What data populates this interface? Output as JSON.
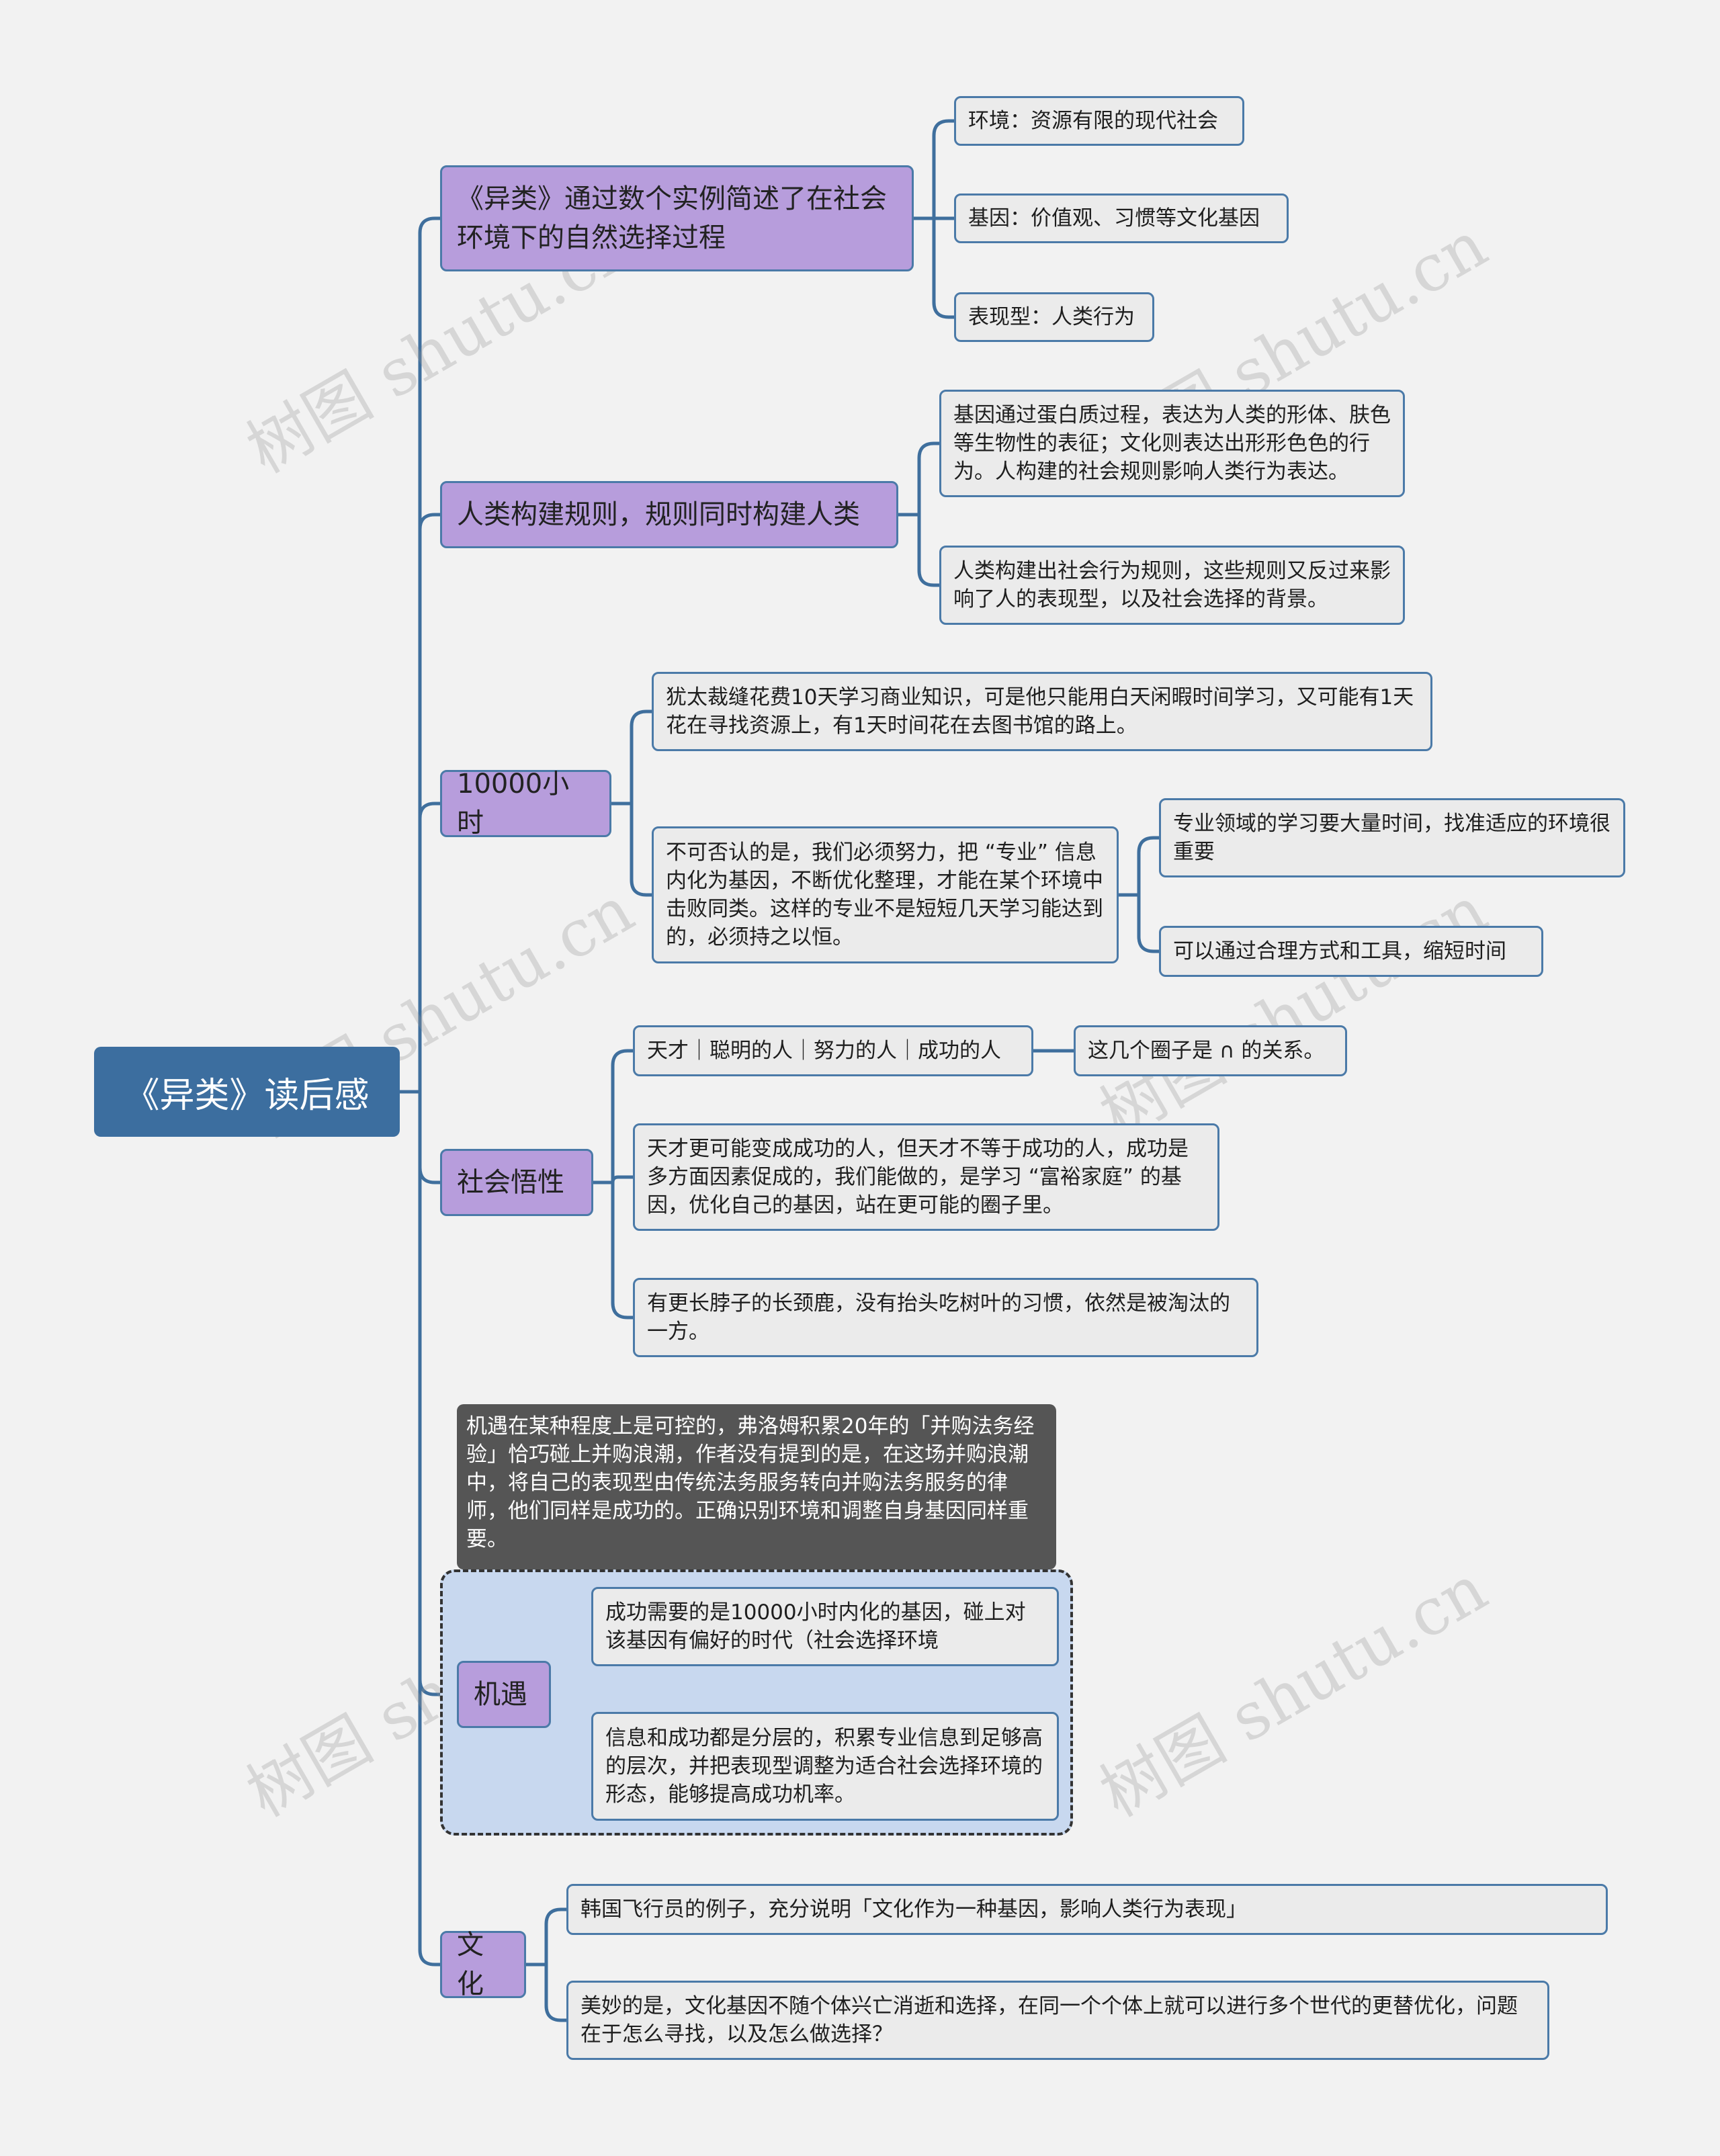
{
  "root": {
    "label": "《异类》读后感"
  },
  "branches": [
    {
      "label": "《异类》通过数个实例简述了在社会环境下的自然选择过程",
      "children": [
        "环境：资源有限的现代社会",
        "基因：价值观、习惯等文化基因",
        "表现型：人类行为"
      ]
    },
    {
      "label": "人类构建规则，规则同时构建人类",
      "children": [
        "基因通过蛋白质过程，表达为人类的形体、肤色等生物性的表征；文化则表达出形形色色的行为。人构建的社会规则影响人类行为表达。",
        "人类构建出社会行为规则，这些规则又反过来影响了人的表现型，以及社会选择的背景。"
      ]
    },
    {
      "label": "10000小时",
      "children": [
        "犹太裁缝花费10天学习商业知识，可是他只能用白天闲暇时间学习，又可能有1天花在寻找资源上，有1天时间花在去图书馆的路上。",
        "不可否认的是，我们必须努力，把 “专业” 信息内化为基因，不断优化整理，才能在某个环境中击败同类。这样的专业不是短短几天学习能达到的，必须持之以恒。"
      ],
      "grandchildren": [
        "专业领域的学习要大量时间，找准适应的环境很重要",
        "可以通过合理方式和工具，缩短时间"
      ]
    },
    {
      "label": "社会悟性",
      "children": [
        "天才｜聪明的人｜努力的人｜成功的人",
        "天才更可能变成成功的人，但天才不等于成功的人，成功是多方面因素促成的，我们能做的，是学习 “富裕家庭” 的基因，优化自己的基因，站在更可能的圈子里。",
        "有更长脖子的长颈鹿，没有抬头吃树叶的习惯，依然是被淘汰的一方。"
      ],
      "grandchild": "这几个圈子是 ∩ 的关系。"
    },
    {
      "label": "机遇",
      "note": "机遇在某种程度上是可控的，弗洛姆积累20年的「并购法务经验」恰巧碰上并购浪潮，作者没有提到的是，在这场并购浪潮中，将自己的表现型由传统法务服务转向并购法务服务的律师，他们同样是成功的。正确识别环境和调整自身基因同样重要。",
      "children": [
        "成功需要的是10000小时内化的基因，碰上对该基因有偏好的时代（社会选择环境",
        "信息和成功都是分层的，积累专业信息到足够高的层次，并把表现型调整为适合社会选择环境的形态，能够提高成功机率。"
      ]
    },
    {
      "label": "文化",
      "children": [
        "韩国飞行员的例子，充分说明「文化作为一种基因，影响人类行为表现」",
        "美妙的是，文化基因不随个体兴亡消逝和选择，在同一个个体上就可以进行多个世代的更替优化，问题在于怎么寻找，以及怎么做选择？"
      ]
    }
  ],
  "watermark": "树图 shutu.cn",
  "colors": {
    "root": "#3c6e9f",
    "branch": "#b79ddc",
    "leaf": "#ebebeb",
    "line": "#3f6f9d",
    "note": "#555555",
    "group": "#c8d8ef"
  }
}
